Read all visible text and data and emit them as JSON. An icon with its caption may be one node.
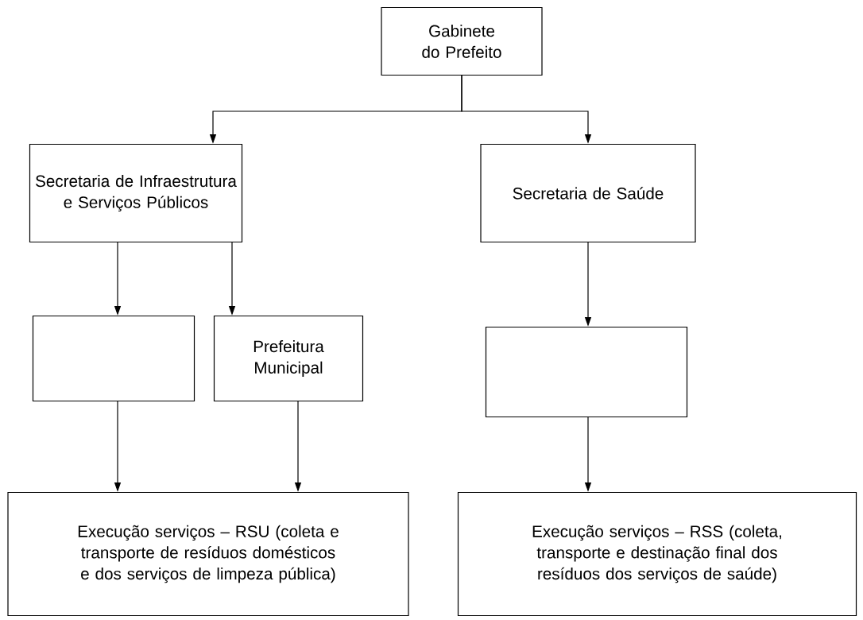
{
  "diagram": {
    "nodes": [
      {
        "text": [
          "Gabinete do Prefeito"
        ]
      },
      {
        "text": [
          "Secretaria de Infraestrutura e Serviços Públicos"
        ]
      },
      {
        "text": [
          "Secretaria de Saúde"
        ]
      },
      {
        "text": [],
        "shape": "box"
      },
      {
        "text": [
          "Prefeitura Municipal"
        ]
      },
      {
        "text": [],
        "shape": "box"
      },
      {
        "text": [
          "Execução serviços – RSU (coleta e transporte de resíduos domésticos e dos serviços de limpeza pública)"
        ]
      },
      {
        "text": [
          "Execução serviços – RSS (coleta, transporte e destinação final dos resíduos dos serviços de saúde)"
        ]
      }
    ],
    "edges": [
      {
        "from": 0,
        "to": 1,
        "arrow": "to"
      },
      {
        "from": 0,
        "to": 2,
        "arrow": "to"
      },
      {
        "from": 1,
        "to": 3,
        "arrow": "to"
      },
      {
        "from": 1,
        "to": 4,
        "arrow": "to"
      },
      {
        "from": 2,
        "to": 5,
        "arrow": "to"
      },
      {
        "from": 3,
        "to": 6,
        "arrow": "to"
      },
      {
        "from": 4,
        "to": 6,
        "arrow": "to"
      },
      {
        "from": 5,
        "to": 7,
        "arrow": "to"
      }
    ]
  }
}
